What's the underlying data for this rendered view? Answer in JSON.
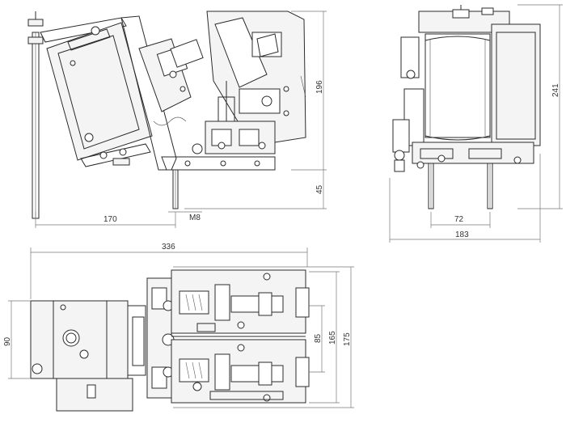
{
  "dimensions": {
    "side_width": "170",
    "side_height_upper": "196",
    "side_height_lower": "45",
    "thread": "M8",
    "front_height": "241",
    "front_width_inner": "72",
    "front_width": "183",
    "top_length": "336",
    "top_depth_left": "90",
    "top_depth_inner": "85",
    "top_depth_mid": "165",
    "top_depth_outer": "175"
  },
  "colors": {
    "line": "#2b2b2b",
    "dimension": "#777777",
    "background": "#ffffff"
  }
}
